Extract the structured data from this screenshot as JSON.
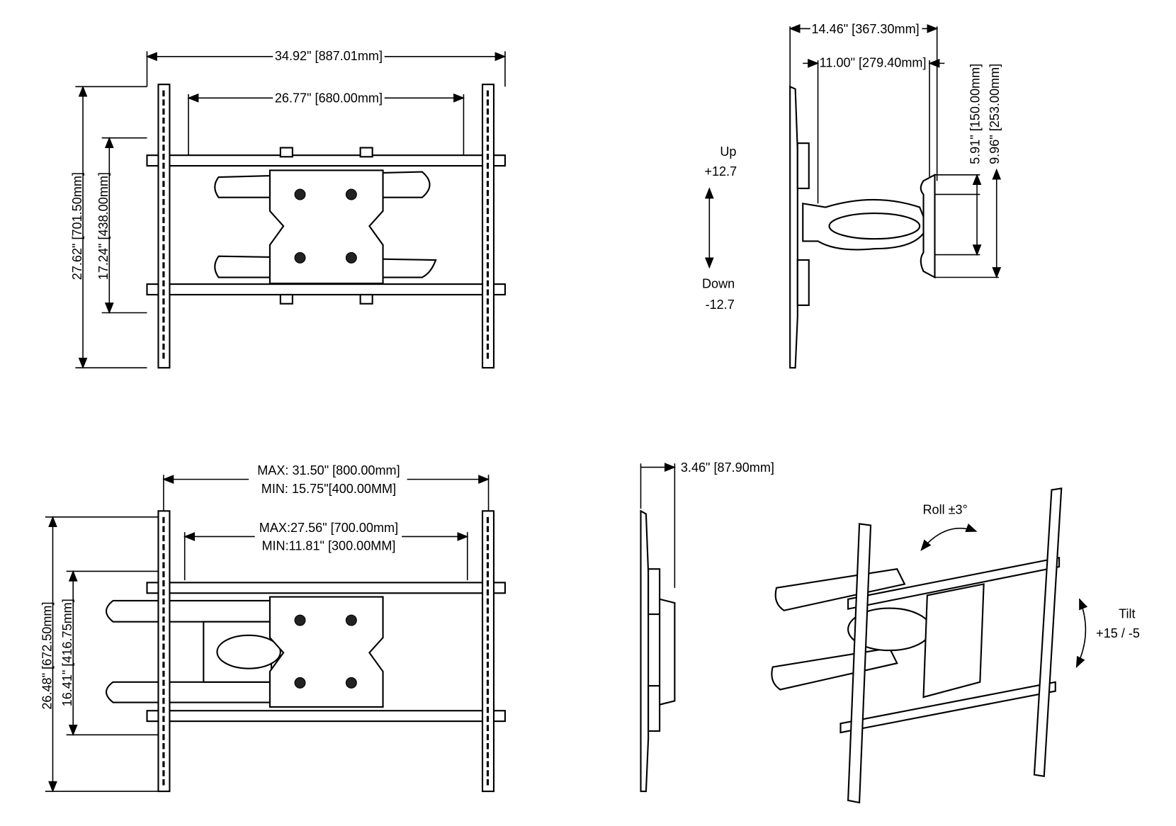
{
  "front_view": {
    "overall_width": "34.92\" [887.01mm]",
    "rail_width": "26.77\" [680.00mm]",
    "overall_height": "27.62\" [701.50mm]",
    "rail_spacing": "17.24\" [438.00mm]"
  },
  "side_view": {
    "max_depth": "14.46\" [367.30mm]",
    "arm_depth": "11.00\" [279.40mm]",
    "plate_height": "5.91\" [150.00mm]",
    "wall_plate_height": "9.96\" [253.00mm]",
    "tilt_up_label": "Up",
    "tilt_up_value": "+12.7",
    "tilt_down_label": "Down",
    "tilt_down_value": "-12.7"
  },
  "extended_view": {
    "bracket_max": "MAX:  31.50\" [800.00mm]",
    "bracket_min": "MIN:  15.75\"[400.00MM]",
    "rail_max": "MAX:27.56\" [700.00mm]",
    "rail_min": "MIN:11.81\" [300.00MM]",
    "overall_height": "26.48\" [672.50mm]",
    "rail_spacing": "16.41\" [416.75mm]"
  },
  "folded_side_view": {
    "min_depth": "3.46\" [87.90mm]"
  },
  "perspective_view": {
    "roll_label": "Roll  ±3°",
    "tilt_label": "Tilt",
    "tilt_value": "+15 / -5"
  }
}
